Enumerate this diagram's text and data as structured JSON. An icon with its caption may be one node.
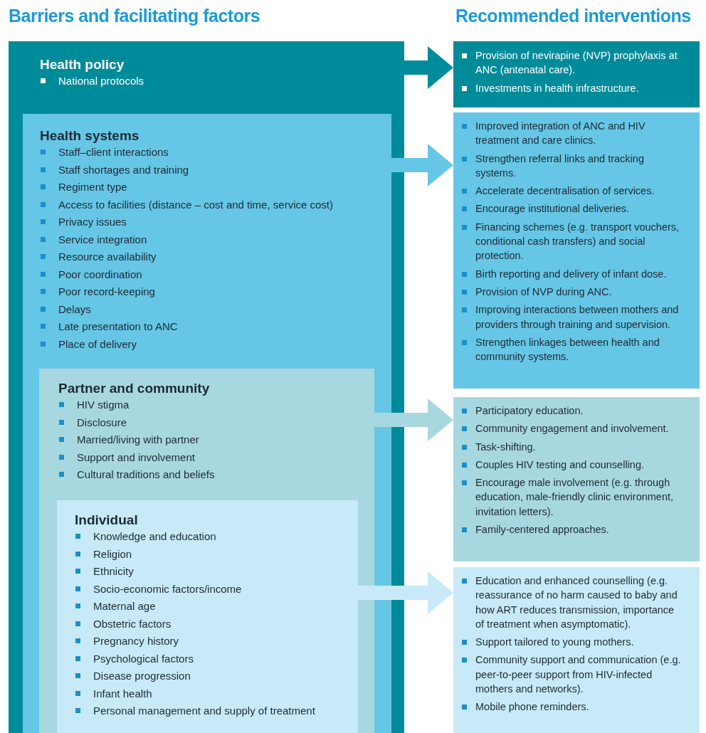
{
  "diagram": {
    "nodes": [
      {
        "text": [
          "Health policy",
          "National protocols"
        ]
      },
      {
        "text": [
          "Health systems",
          "Staff–client interactions",
          "Staff shortages and training",
          "Regiment type",
          "Access to facilities (distance – cost and time, service cost)",
          "Privacy issues",
          "Service integration",
          "Resource availability",
          "Poor coordination",
          "Poor record-keeping",
          "Delays",
          "Late presentation to ANC",
          "Place of delivery"
        ],
        "in": 0
      },
      {
        "text": [
          "Partner and community",
          "HIV stigma",
          "Disclosure",
          "Married/living with partner",
          "Support and involvement",
          "Cultural traditions and beliefs"
        ],
        "in": 1
      },
      {
        "text": [
          "Individual",
          "Knowledge and education",
          "Religion",
          "Ethnicity",
          "Socio-economic factors/income",
          "Maternal age",
          "Obstetric factors",
          "Pregnancy history",
          "Psychological factors",
          "Disease progression",
          "Infant health",
          "Personal management and supply of treatment"
        ],
        "in": 2
      },
      {
        "text": [
          "Provision of nevirapine (NVP) prophylaxis at ANC (antenatal care).",
          "Investments in health infrastructure."
        ]
      },
      {
        "text": [
          "Improved integration of ANC and HIV treatment and care clinics.",
          "Strengthen referral links and tracking systems.",
          "Accelerate decentralisation of services.",
          "Encourage institutional deliveries.",
          "Financing schemes (e.g. transport vouchers, conditional cash transfers) and social protection.",
          "Birth reporting and delivery of infant dose.",
          "Provision of NVP during ANC.",
          "Improving interactions between mothers and providers through training and supervision.",
          "Strengthen linkages between health and community systems."
        ]
      },
      {
        "text": [
          "Participatory education.",
          "Community engagement and involvement.",
          "Task-shifting.",
          "Couples HIV testing and counselling.",
          "Encourage male involvement (e.g. through education, male-friendly clinic environment, invitation letters).",
          "Family-centered approaches."
        ]
      },
      {
        "text": [
          "Education and enhanced counselling (e.g. reassurance of no harm caused to baby and how ART reduces transmission, importance of treatment when asymptomatic).",
          "Support tailored to young mothers.",
          "Community support and communication (e.g. peer-to-peer support from HIV-infected mothers and networks).",
          "Mobile phone reminders."
        ]
      }
    ],
    "edges": [
      {
        "from": 0,
        "to": 4,
        "arrow": "to",
        "style": "thick",
        "color": "#008b9a"
      },
      {
        "from": 1,
        "to": 5,
        "arrow": "to",
        "style": "thick",
        "color": "#66c6e6"
      },
      {
        "from": 2,
        "to": 6,
        "arrow": "to",
        "style": "thick",
        "color": "#a8d8df"
      },
      {
        "from": 3,
        "to": 7,
        "arrow": "to",
        "style": "thick",
        "color": "#c8eaf8"
      }
    ],
    "labels": [
      "Barriers and facilitating factors",
      "Recommended interventions"
    ]
  }
}
